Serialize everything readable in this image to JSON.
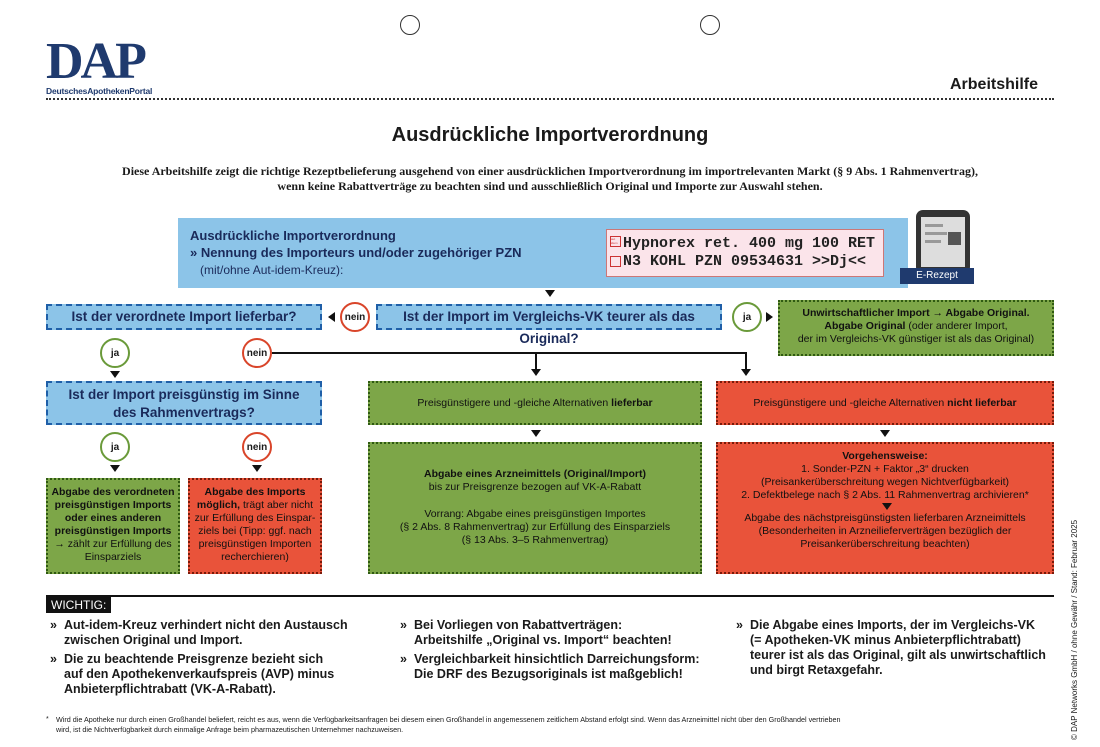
{
  "header": {
    "logo": "DAP",
    "logo_sub": "DeutschesApothekenPortal",
    "label": "Arbeitshilfe"
  },
  "title": "Ausdrückliche Importverordnung",
  "intro_line1": "Diese Arbeitshilfe zeigt die richtige Rezeptbelieferung ausgehend von einer ausdrücklichen Importverordnung im importrelevanten Markt (§ 9 Abs. 1 Rahmenvertrag),",
  "intro_line2": "wenn keine Rabattverträge zu beachten sind und ausschließlich Original und Importe zur Auswahl stehen.",
  "top_box": {
    "title": "Ausdrückliche Importverordnung",
    "line2": "» Nennung des Importeurs und/oder zugehöriger PZN",
    "line3": "(mit/ohne Aut-idem-Kreuz):",
    "rx_line1": "Hypnorex ret. 400 mg 100 RET",
    "rx_line2": "N3 KOHL PZN 09534631 >>Dj<<",
    "aut_idem": "aut idem",
    "erezept": "E-Rezept"
  },
  "q_lieferbar": "Ist der verordnete Import lieferbar?",
  "q_teurer": "Ist der Import im Vergleichs-VK teurer als das Original?",
  "q_preisguenstig_1": "Ist der Import preisgünstig im Sinne",
  "q_preisguenstig_2": "des Rahmenvertrags?",
  "labels": {
    "ja": "ja",
    "nein": "nein"
  },
  "unwirtschaftlich": {
    "line1": "Unwirtschaftlicher Import → Abgabe Original.",
    "line2b": "Abgabe Original",
    "line2": " (oder anderer Import,",
    "line3": "der im Vergleichs-VK günstiger ist als das Original)"
  },
  "alt_lieferbar": {
    "pre": "Preisgünstigere und -gleiche Alternativen ",
    "bold": "lieferbar"
  },
  "alt_nicht": {
    "pre": "Preisgünstigere und -gleiche Alternativen ",
    "bold": "nicht lieferbar"
  },
  "abgabe_verordnet": [
    "Abgabe des verordneten",
    "preisgünstigen Imports",
    "oder eines anderen",
    "preisgünstigen Imports",
    "→ zählt zur Erfüllung des",
    "Einsparziels"
  ],
  "abgabe_moeglich": {
    "bold1": "Abgabe des Imports",
    "bold2": "möglich,",
    "rest2": " trägt aber nicht",
    "lines": [
      "zur Erfüllung des Einspar-",
      "ziels bei (Tipp: ggf. nach",
      "preisgünstigen Importen",
      "recherchieren)"
    ]
  },
  "abgabe_arznei": {
    "bold": "Abgabe eines Arzneimittels (Original/Import)",
    "line2": "bis zur Preisgrenze bezogen auf VK-A-Rabatt",
    "line3": "Vorrang: Abgabe eines preisgünstigen Importes",
    "line4": "(§ 2 Abs. 8 Rahmenvertrag) zur Erfüllung des Einsparziels",
    "line5": "(§ 13 Abs. 3–5 Rahmenvertrag)"
  },
  "vorgehen": {
    "title": "Vorgehensweise:",
    "l1": "1. Sonder-PZN + Faktor „3“ drucken",
    "l2": "(Preisankerüberschreitung wegen Nichtverfügbarkeit)",
    "l3": "2. Defektbelege nach § 2 Abs. 11 Rahmenvertrag archivieren*",
    "l4": "Abgabe des nächstpreisgünstigsten lieferbaren Arzneimittels",
    "l5": "(Besonderheiten in Arzneilieferverträgen bezüglich der",
    "l6": "Preisankerüberschreitung beachten)"
  },
  "wichtig": {
    "label": "WICHTIG:",
    "col1": [
      [
        "Aut-idem-Kreuz verhindert nicht den Austausch",
        "zwischen Original und Import."
      ],
      [
        "Die zu beachtende Preisgrenze bezieht sich",
        "auf den Apothekenverkaufspreis (AVP) minus",
        "Anbieterpflichtrabatt (VK-A-Rabatt)."
      ]
    ],
    "col2": [
      [
        "Bei Vorliegen von Rabattverträgen:",
        "Arbeitshilfe „Original vs. Import“ beachten!"
      ],
      [
        "Vergleichbarkeit hinsichtlich Darreichungsform:",
        "Die DRF des Bezugsoriginals ist maßgeblich!"
      ]
    ],
    "col3": [
      [
        "Die Abgabe eines Imports, der im Vergleichs-VK",
        "(= Apotheken-VK minus Anbieterpflichtrabatt)",
        "teurer ist als das Original, gilt als unwirtschaftlich",
        "und birgt Retaxgefahr."
      ]
    ],
    "bullet": "»"
  },
  "footnote_line1": "Wird die Apotheke nur durch einen Großhandel beliefert, reicht es aus, wenn die Verfügbarkeitsanfragen bei diesem einen Großhandel in angemessenem zeitlichem Abstand erfolgt sind. Wenn das Arzneimittel nicht über den Großhandel vertrieben",
  "footnote_line2": "wird, ist die Nichtverfügbarkeit durch einmalige Anfrage beim pharmazeutischen Unternehmer nachzuweisen.",
  "footnote_star": "*",
  "copyright": "© DAP Networks GmbH / ohne Gewähr / Stand: Februar 2025",
  "colors": {
    "blue": "#8cc4e8",
    "green": "#7da648",
    "red": "#e9533a",
    "navy": "#1f3a6e"
  }
}
